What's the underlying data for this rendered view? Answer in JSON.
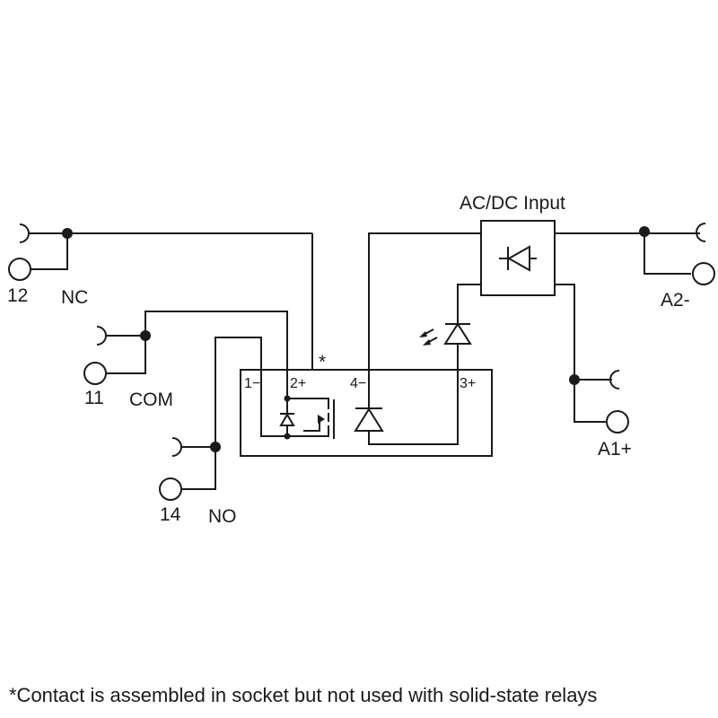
{
  "title": "AC/DC Input",
  "footnote": "*Contact is assembled in socket but not used with solid-state relays",
  "terminals": {
    "t12": "12",
    "nc": "NC",
    "t11": "11",
    "com": "COM",
    "t14": "14",
    "no": "NO",
    "a2": "A2-",
    "a1": "A1+"
  },
  "pins": {
    "p1": "1−",
    "p2": "2+",
    "p3": "3+",
    "p4": "4−",
    "star": "*"
  }
}
